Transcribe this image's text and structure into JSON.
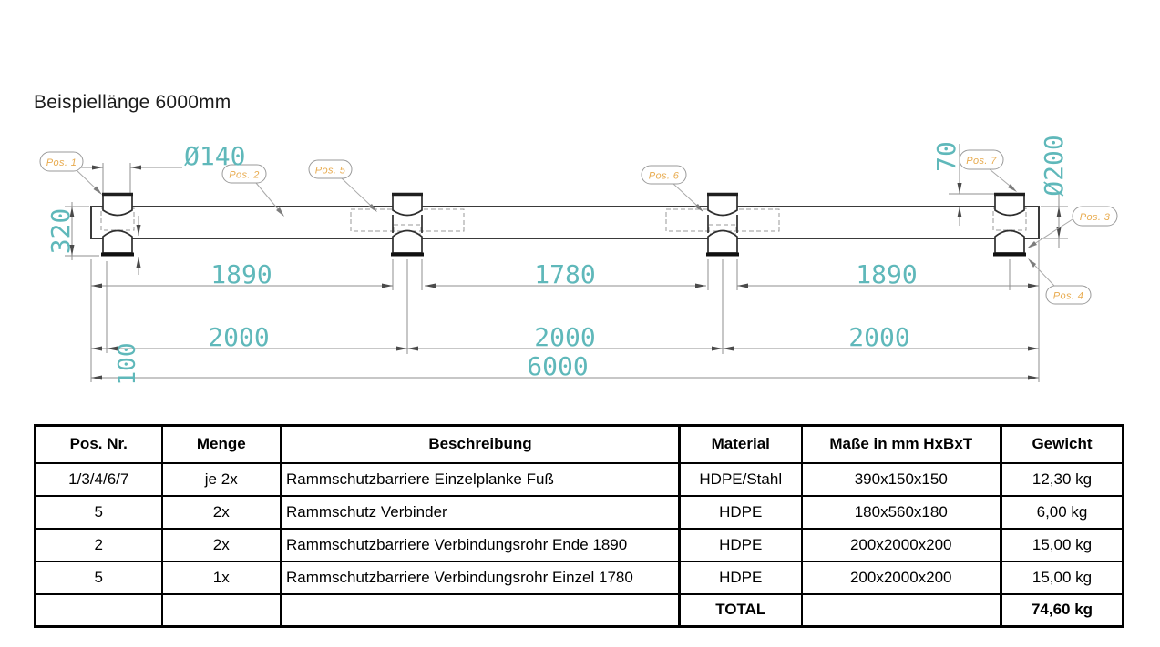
{
  "title": "Beispiellänge 6000mm",
  "drawing": {
    "pos_labels": {
      "p1": "Pos. 1",
      "p2": "Pos. 2",
      "p3": "Pos. 3",
      "p4": "Pos. 4",
      "p5": "Pos. 5",
      "p6": "Pos. 6",
      "p7": "Pos. 7"
    },
    "dims": {
      "foot_width": "Ø140",
      "overall_height": "320",
      "top_offset": "70",
      "pipe_diameter": "Ø200",
      "span_left": "1890",
      "span_mid": "1780",
      "span_right": "1890",
      "plank1": "2000",
      "plank2": "2000",
      "plank3": "2000",
      "total_length": "6000",
      "end_offset": "100"
    },
    "colors": {
      "dimension_text": "#5fb8ba",
      "position_label_text": "#e8ab4f",
      "drawing_lines": "#2e2e2e"
    }
  },
  "table": {
    "headers": [
      "Pos. Nr.",
      "Menge",
      "Beschreibung",
      "Material",
      "Maße in mm HxBxT",
      "Gewicht"
    ],
    "rows": [
      {
        "pos": "1/3/4/6/7",
        "menge": "je 2x",
        "beschreibung": "Rammschutzbarriere Einzelplanke Fuß",
        "material": "HDPE/Stahl",
        "masse": "390x150x150",
        "gewicht": "12,30 kg"
      },
      {
        "pos": "5",
        "menge": "2x",
        "beschreibung": "Rammschutz Verbinder",
        "material": "HDPE",
        "masse": "180x560x180",
        "gewicht": "6,00 kg"
      },
      {
        "pos": "2",
        "menge": "2x",
        "beschreibung": "Rammschutzbarriere Verbindungsrohr Ende 1890",
        "material": "HDPE",
        "masse": "200x2000x200",
        "gewicht": "15,00 kg"
      },
      {
        "pos": "5",
        "menge": "1x",
        "beschreibung": "Rammschutzbarriere Verbindungsrohr Einzel 1780",
        "material": "HDPE",
        "masse": "200x2000x200",
        "gewicht": "15,00 kg"
      }
    ],
    "total_row": {
      "label": "TOTAL",
      "gewicht": "74,60 kg"
    }
  }
}
